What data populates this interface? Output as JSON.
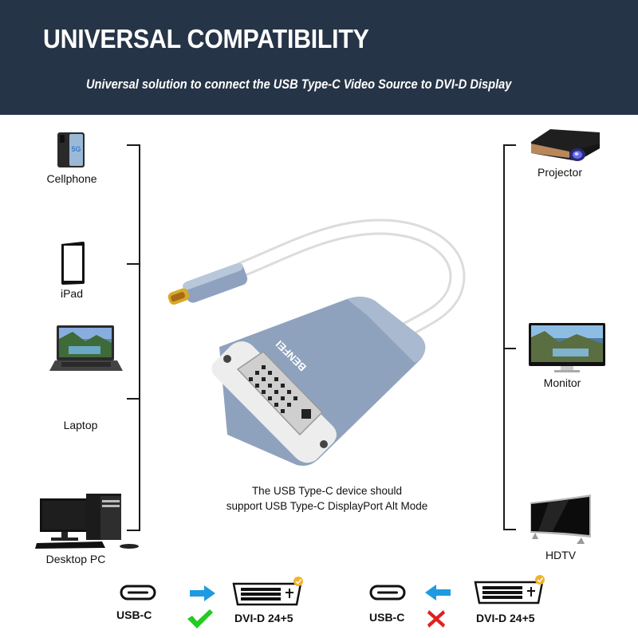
{
  "header": {
    "title": "UNIVERSAL COMPATIBILITY",
    "subtitle": "Universal solution to connect the USB Type-C Video Source to DVI-D Display",
    "background": "#263447"
  },
  "sources": [
    {
      "label": "Cellphone",
      "icon": "smartphone-5g-icon"
    },
    {
      "label": "iPad",
      "icon": "tablet-icon"
    },
    {
      "label": "Laptop",
      "icon": "laptop-icon"
    },
    {
      "label": "Desktop PC",
      "icon": "desktop-pc-icon"
    }
  ],
  "displays": [
    {
      "label": "Projector",
      "icon": "projector-icon"
    },
    {
      "label": "Monitor",
      "icon": "monitor-icon"
    },
    {
      "label": "HDTV",
      "icon": "curved-tv-icon"
    }
  ],
  "product": {
    "brand": "BENFEI",
    "body_color": "#8fa2bd",
    "cable_color": "#ffffff",
    "connector_color": "#d4a52a"
  },
  "note": {
    "line1": "The USB Type-C device should",
    "line2": "support USB Type-C DisplayPort Alt Mode"
  },
  "direction": [
    {
      "from_label": "USB-C",
      "to_label": "DVI-D 24+5",
      "arrow": "right",
      "supported": true,
      "status_icon": "check-icon",
      "status_color": "#22cc22",
      "arrow_color": "#1e9be0"
    },
    {
      "from_label": "USB-C",
      "to_label": "DVI-D 24+5",
      "arrow": "left",
      "supported": false,
      "status_icon": "cross-icon",
      "status_color": "#e02020",
      "arrow_color": "#1e9be0"
    }
  ]
}
